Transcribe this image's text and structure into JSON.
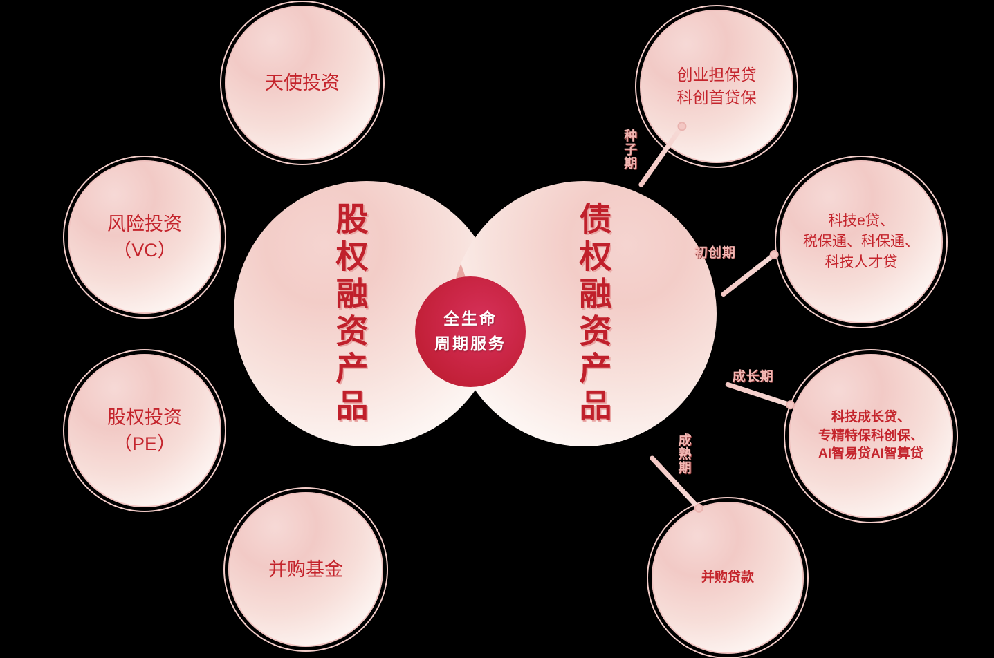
{
  "background_color": "#000000",
  "accent_color": "#c4242c",
  "core_color": "#c22038",
  "bubble_fill": "#f3cdc8",
  "center": {
    "line1": "全生命",
    "line2": "周期服务"
  },
  "lobes": {
    "left_label": "股权融资产品",
    "right_label": "债权融资产品"
  },
  "equity_bubbles": [
    {
      "id": "angel",
      "lines": [
        "天使投资"
      ]
    },
    {
      "id": "vc",
      "lines": [
        "风险投资",
        "（VC）"
      ]
    },
    {
      "id": "pe",
      "lines": [
        "股权投资",
        "（PE）"
      ]
    },
    {
      "id": "ma_fund",
      "lines": [
        "并购基金"
      ]
    }
  ],
  "debt_bubbles": [
    {
      "id": "startup_guarantee",
      "lines": [
        "创业担保贷",
        "科创首贷保"
      ]
    },
    {
      "id": "tech_loan",
      "lines": [
        "科技e贷、",
        "税保通、科保通、",
        "科技人才贷"
      ]
    },
    {
      "id": "growth_loan",
      "lines": [
        "科技成长贷、",
        "专精特保科创保、",
        "AI智易贷AI智算贷"
      ]
    },
    {
      "id": "ma_loan",
      "lines": [
        "并购贷款"
      ]
    }
  ],
  "stage_connectors": [
    {
      "id": "seed",
      "label": "种子期"
    },
    {
      "id": "startup",
      "label": "初创期"
    },
    {
      "id": "growth",
      "label": "成长期"
    },
    {
      "id": "mature",
      "label": "成熟期"
    }
  ]
}
